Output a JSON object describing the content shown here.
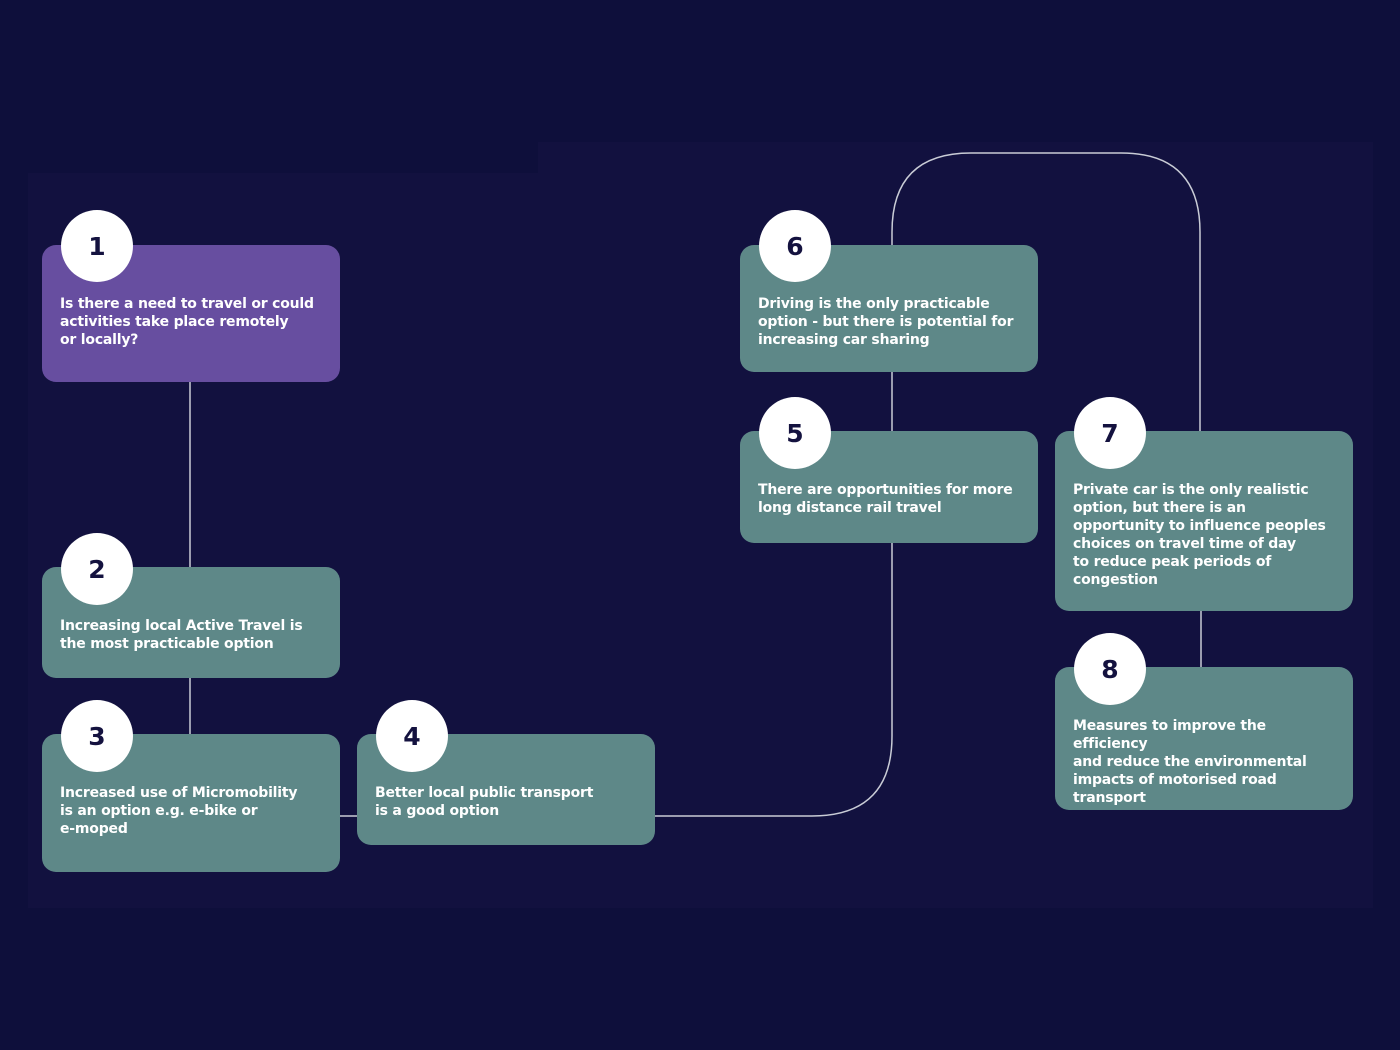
{
  "colors": {
    "page_background": "#0e0f3b",
    "panel_background": "#12113f",
    "card_teal": "#5e8888",
    "card_purple": "#674ea0",
    "badge": "#ffffff",
    "badge_text": "#14123f",
    "connector": "#c9ccd6"
  },
  "steps": [
    {
      "number": "1",
      "text": "Is there a need to travel or could\nactivities take place remotely\nor locally?",
      "color": "purple"
    },
    {
      "number": "2",
      "text": "Increasing local Active Travel is\nthe most practicable option",
      "color": "teal"
    },
    {
      "number": "3",
      "text": "Increased use of Micromobility\nis an option e.g. e-bike or\ne-moped",
      "color": "teal"
    },
    {
      "number": "4",
      "text": "Better local public transport\nis a good option",
      "color": "teal"
    },
    {
      "number": "5",
      "text": "There are opportunities for more\nlong distance rail travel",
      "color": "teal"
    },
    {
      "number": "6",
      "text": "Driving is the only practicable\noption - but there is potential for\nincreasing car sharing",
      "color": "teal"
    },
    {
      "number": "7",
      "text": "Private car is the only realistic\noption, but there is an\nopportunity to influence peoples\nchoices on travel time of day\nto reduce peak periods of\ncongestion",
      "color": "teal"
    },
    {
      "number": "8",
      "text": "Measures to improve the efficiency\nand reduce the environmental\nimpacts of motorised road\ntransport",
      "color": "teal"
    }
  ]
}
